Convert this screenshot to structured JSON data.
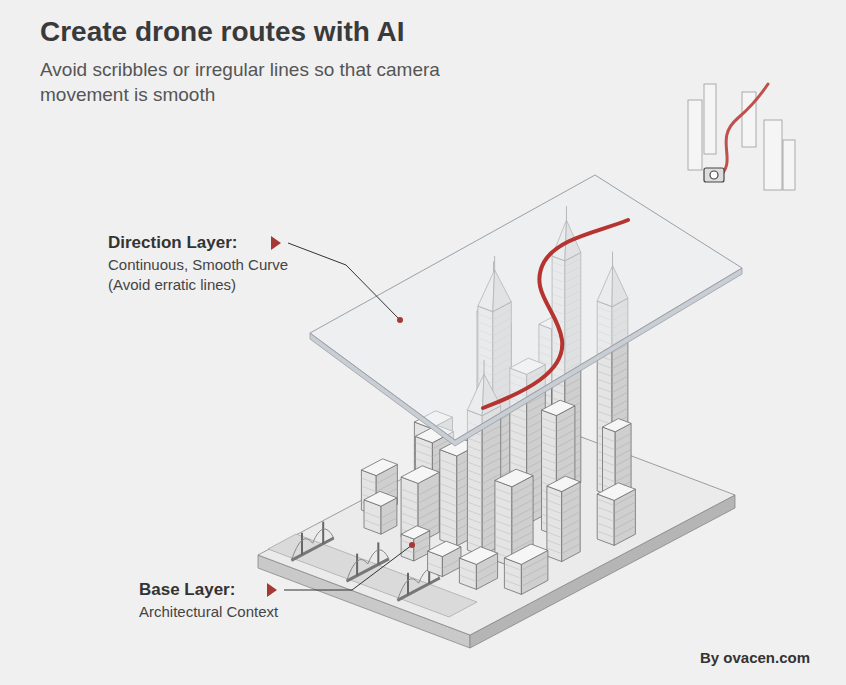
{
  "diagram": {
    "title": "Create drone routes with AI",
    "labels": [
      "Avoid scribbles or irregular lines so that camera movement is smooth",
      "Direction Layer:",
      "Continuous, Smooth Curve (Avoid erratic lines)",
      "Base Layer:",
      "Architectural Context",
      "By ovacen.com"
    ]
  }
}
